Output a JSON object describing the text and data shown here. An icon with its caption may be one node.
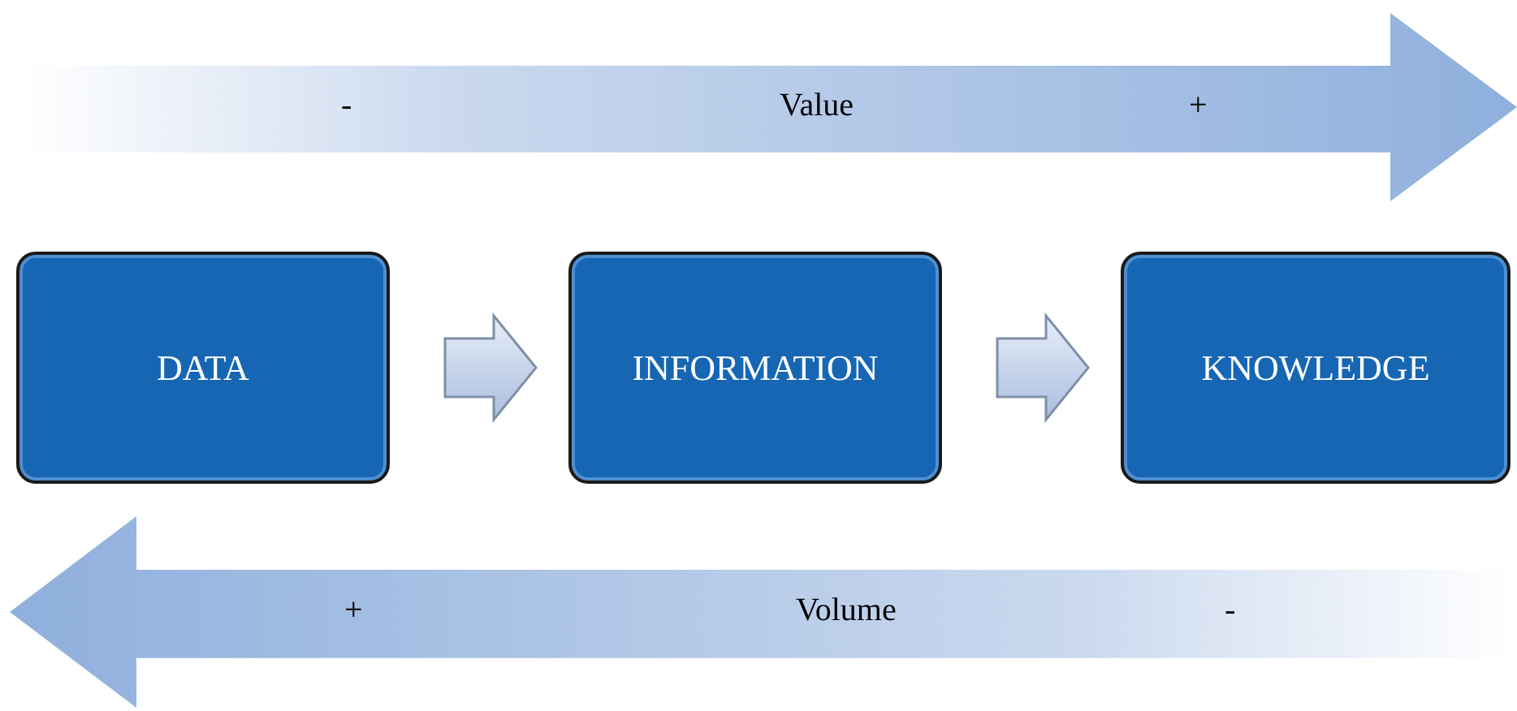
{
  "diagram": {
    "nodes": [
      {
        "text": [
          "-",
          "Value",
          "+"
        ]
      },
      {
        "text": [
          "DATA"
        ]
      },
      {
        "text": [
          "INFORMATION"
        ]
      },
      {
        "text": [
          "KNOWLEDGE"
        ]
      },
      {
        "text": [
          "+",
          "Volume",
          "-"
        ]
      }
    ],
    "edges": [
      {
        "from": 1,
        "to": 2,
        "arrow": "to"
      },
      {
        "from": 2,
        "to": 3,
        "arrow": "to"
      }
    ]
  }
}
